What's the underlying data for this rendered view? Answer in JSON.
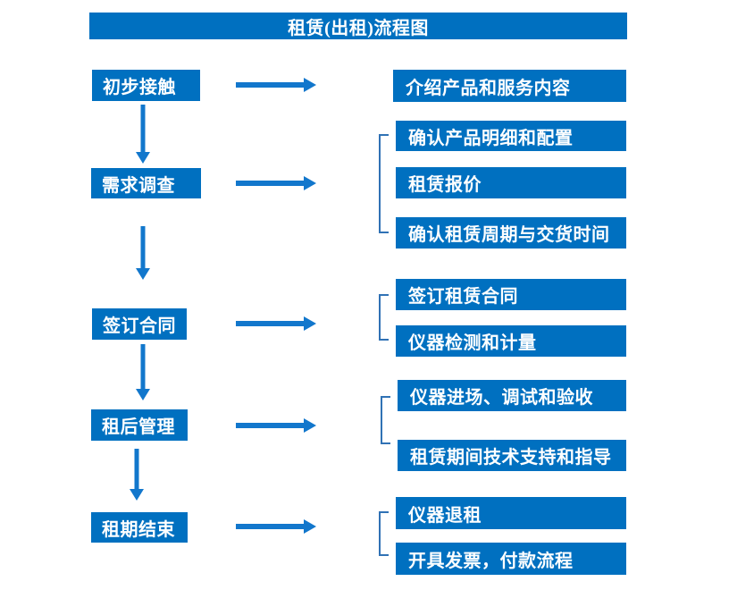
{
  "title": "租赁(出租)流程图",
  "colors": {
    "box_blue": "#0070C0",
    "arrow_blue": "#1277CC",
    "bracket_blue": "#3072B5",
    "text_white": "#FFFFFF",
    "background": "#FFFFFF"
  },
  "steps": [
    {
      "label": "初步接触",
      "details": [
        "介绍产品和服务内容"
      ]
    },
    {
      "label": "需求调查",
      "details": [
        "确认产品明细和配置",
        "租赁报价",
        "确认租赁周期与交货时间"
      ]
    },
    {
      "label": "签订合同",
      "details": [
        "签订租赁合同",
        "仪器检测和计量"
      ]
    },
    {
      "label": "租后管理",
      "details": [
        "仪器进场、调试和验收",
        "租赁期间技术支持和指导"
      ]
    },
    {
      "label": "租期结束",
      "details": [
        "仪器退租",
        "开具发票，付款流程"
      ]
    }
  ]
}
